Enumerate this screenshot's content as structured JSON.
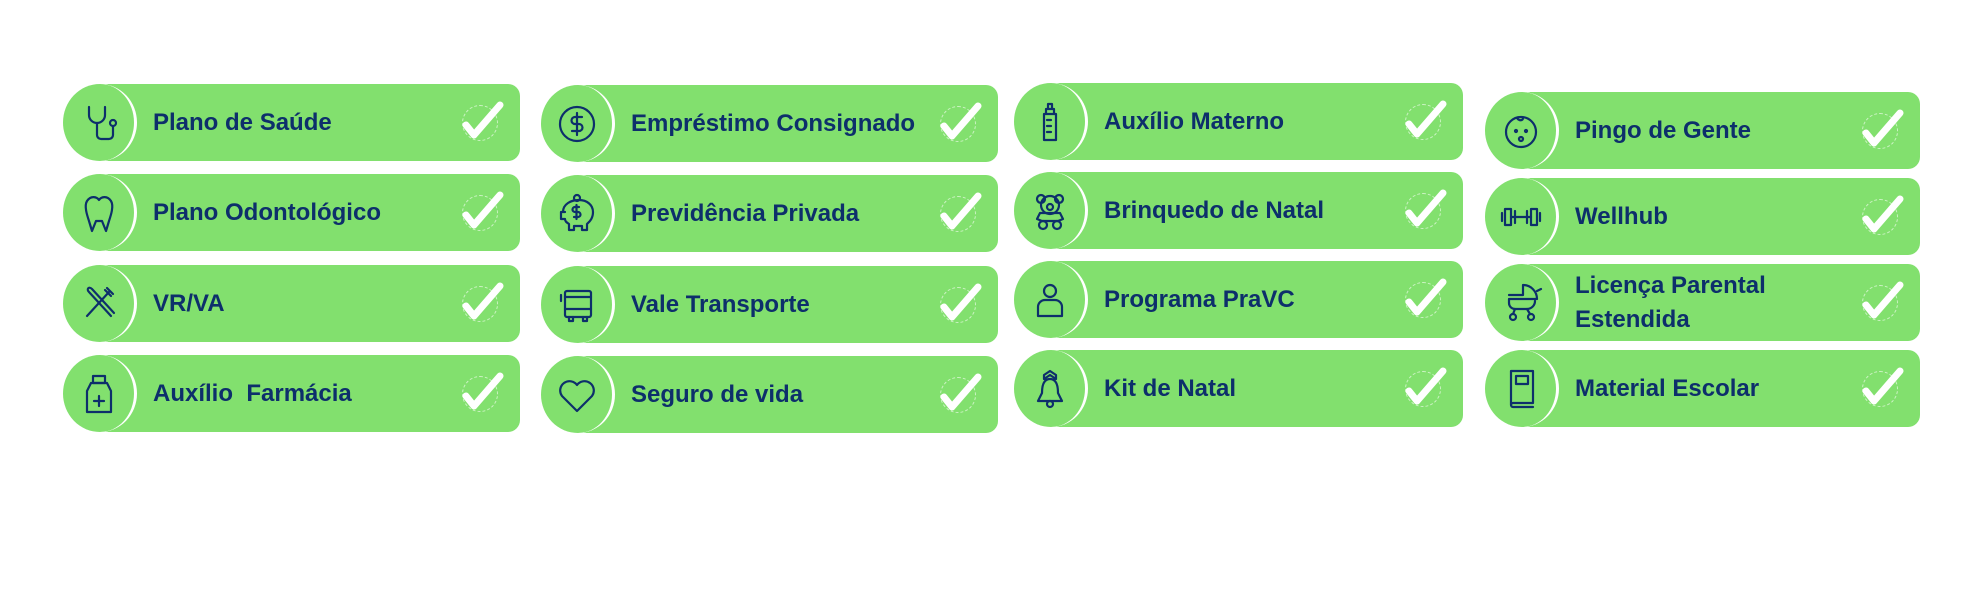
{
  "colors": {
    "card": "#82e06e",
    "text": "#0d2f6b",
    "check": "#ffffff"
  },
  "benefits": [
    {
      "label": "Plano de Saúde",
      "icon": "stethoscope-icon"
    },
    {
      "label": "Plano Odontológico",
      "icon": "tooth-icon"
    },
    {
      "label": "VR/VA",
      "icon": "fork-knife-icon"
    },
    {
      "label": "Auxílio  Farmácia",
      "icon": "medicine-bottle-icon"
    },
    {
      "label": "Empréstimo Consignado",
      "icon": "dollar-coin-icon"
    },
    {
      "label": "Previdência Privada",
      "icon": "piggy-bank-icon"
    },
    {
      "label": "Vale Transporte",
      "icon": "bus-icon"
    },
    {
      "label": "Seguro de vida",
      "icon": "heart-icon"
    },
    {
      "label": "Auxílio Materno",
      "icon": "baby-bottle-icon"
    },
    {
      "label": "Brinquedo de Natal",
      "icon": "teddy-bear-icon"
    },
    {
      "label": "Programa PraVC",
      "icon": "person-icon"
    },
    {
      "label": "Kit de Natal",
      "icon": "christmas-bell-icon"
    },
    {
      "label": "Pingo de Gente",
      "icon": "baby-face-icon"
    },
    {
      "label": "Wellhub",
      "icon": "dumbbell-icon"
    },
    {
      "label": "Licença Parental\nEstendida",
      "icon": "stroller-icon"
    },
    {
      "label": "Material Escolar",
      "icon": "book-icon"
    }
  ]
}
